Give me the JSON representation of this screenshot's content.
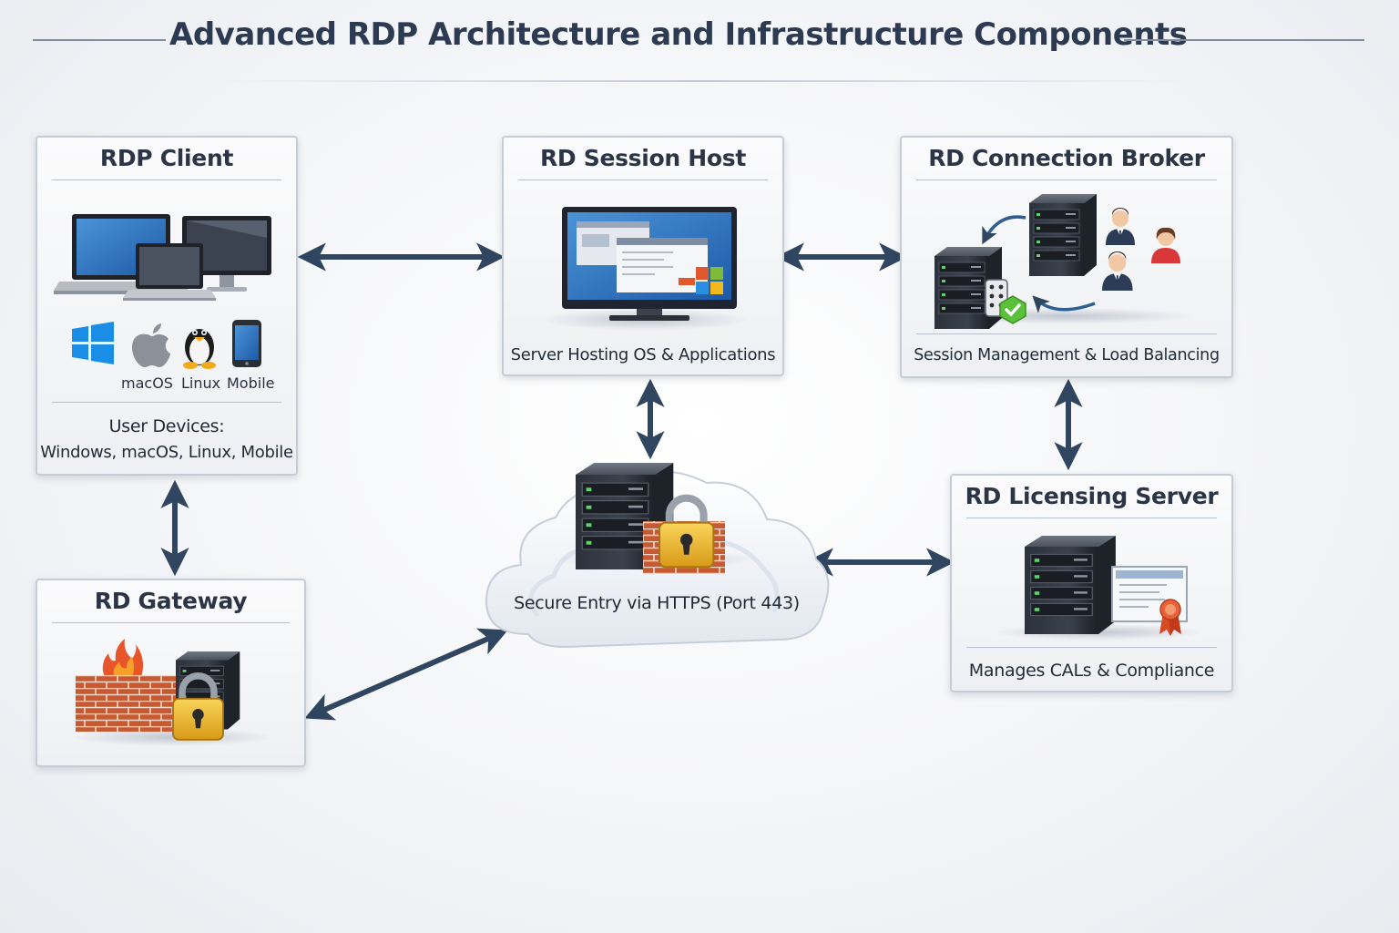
{
  "title": "Advanced RDP Architecture and Infrastructure Components",
  "nodes": {
    "rdp_client": {
      "title": "RDP Client",
      "os_labels": [
        "macOS",
        "Linux",
        "Mobile"
      ],
      "caption_line1": "User Devices:",
      "caption_line2": "Windows, macOS, Linux, Mobile",
      "icons": [
        "laptop-icon",
        "desktop-monitor-icon",
        "windows-logo-icon",
        "apple-logo-icon",
        "linux-penguin-icon",
        "smartphone-icon"
      ]
    },
    "session_host": {
      "title": "RD Session Host",
      "caption": "Server Hosting OS & Applications",
      "icons": [
        "monitor-with-apps-icon"
      ]
    },
    "connection_broker": {
      "title": "RD Connection Broker",
      "caption": "Session Management & Load Balancing",
      "icons": [
        "server-tower-icon",
        "user-avatar-icon",
        "checkmark-shield-icon"
      ]
    },
    "gateway": {
      "title": "RD Gateway",
      "icons": [
        "brick-firewall-icon",
        "flame-icon",
        "server-tower-icon",
        "padlock-icon"
      ]
    },
    "secure_entry": {
      "caption": "Secure Entry via HTTPS (Port 443)",
      "icons": [
        "cloud-icon",
        "server-rack-icon",
        "brick-firewall-icon",
        "padlock-icon"
      ]
    },
    "licensing_server": {
      "title": "RD Licensing Server",
      "caption": "Manages CALs & Compliance",
      "icons": [
        "server-tower-icon",
        "certificate-icon",
        "award-ribbon-icon"
      ]
    }
  },
  "connections": [
    {
      "from": "RDP Client",
      "to": "RD Session Host",
      "direction": "bidirectional"
    },
    {
      "from": "RD Session Host",
      "to": "RD Connection Broker",
      "direction": "bidirectional"
    },
    {
      "from": "RD Session Host",
      "to": "Secure Entry",
      "direction": "bidirectional"
    },
    {
      "from": "RD Connection Broker",
      "to": "RD Licensing Server",
      "direction": "bidirectional"
    },
    {
      "from": "RDP Client",
      "to": "RD Gateway",
      "direction": "bidirectional"
    },
    {
      "from": "RD Gateway",
      "to": "Secure Entry",
      "direction": "bidirectional"
    },
    {
      "from": "Secure Entry",
      "to": "RD Licensing Server",
      "direction": "bidirectional"
    }
  ],
  "colors": {
    "arrow": "#2f4560",
    "panel_border": "#c6ccd6",
    "title_text": "#2c3a52",
    "brick": "#c9562f",
    "lock_gold": "#e8b52a",
    "windows_blue": "#1a8ee6",
    "check_green": "#5cc13a"
  }
}
